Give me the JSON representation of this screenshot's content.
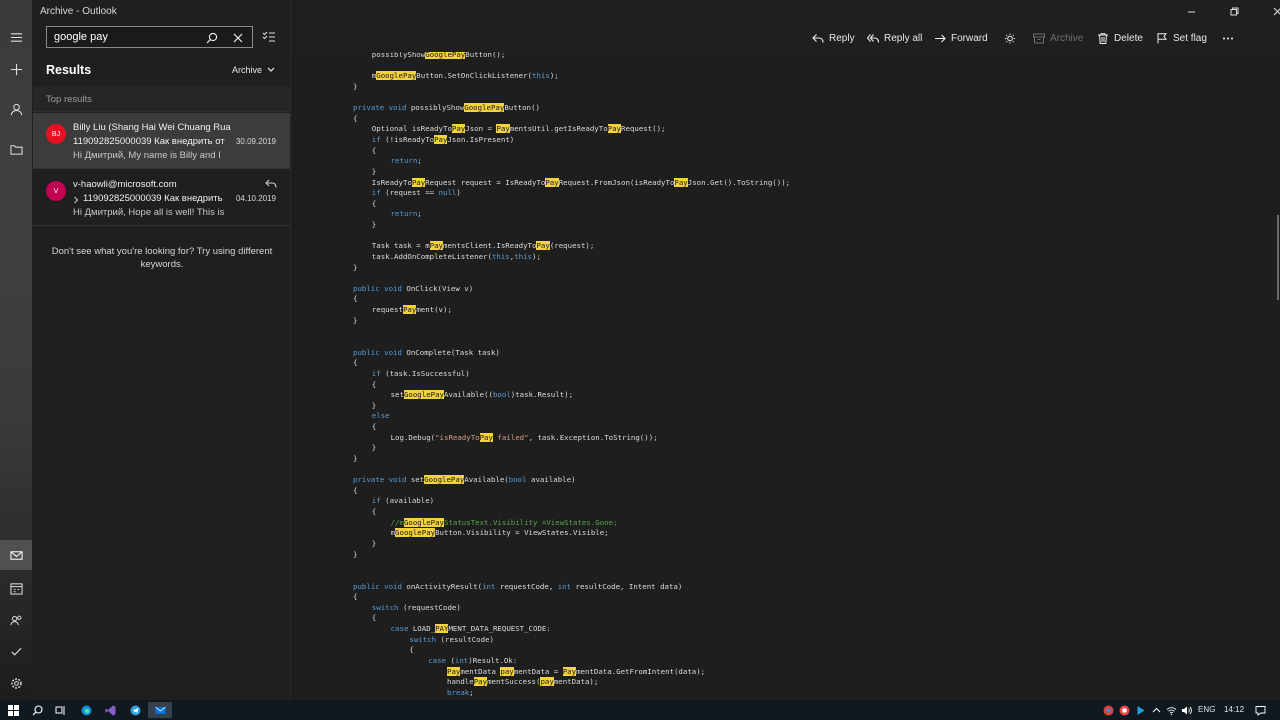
{
  "window": {
    "title": "Archive - Outlook"
  },
  "search": {
    "value": "google pay"
  },
  "results": {
    "title": "Results",
    "scope": "Archive",
    "section": "Top results"
  },
  "messages": [
    {
      "initials": "BJ",
      "avatar_color": "#e81123",
      "sender": "Billy Liu (Shang Hai Wei Chuang Rua",
      "subject": "119092825000039 Как внедрить от",
      "preview": "Hi Дмитрий, My name is Billy and I",
      "date": "30.09.2019"
    },
    {
      "initials": "V",
      "avatar_color": "#c30052",
      "sender": "v-haowli@microsoft.com",
      "subject": "119092825000039 Как внедрить",
      "preview": "Hi Дмитрий, Hope all is well! This is",
      "date": "04.10.2019"
    }
  ],
  "hint": "Don't see what you're looking for?  Try using different keywords.",
  "toolbar": {
    "reply": "Reply",
    "reply_all": "Reply all",
    "forward": "Forward",
    "archive": "Archive",
    "delete": "Delete",
    "set_flag": "Set flag"
  },
  "code_lines": [
    {
      "indent": 1,
      "segs": [
        [
          "possiblyShow",
          ""
        ],
        [
          "GooglePay",
          "hl"
        ],
        [
          "Button();",
          ""
        ]
      ]
    },
    {
      "indent": 1,
      "segs": []
    },
    {
      "indent": 1,
      "segs": [
        [
          "m",
          ""
        ],
        [
          "GooglePay",
          "hl"
        ],
        [
          "Button.SetOnClickListener(",
          ""
        ],
        [
          "this",
          "kw"
        ],
        [
          ");",
          ""
        ]
      ]
    },
    {
      "indent": 0,
      "segs": [
        [
          "}",
          ""
        ]
      ]
    },
    {
      "indent": 0,
      "segs": []
    },
    {
      "indent": 0,
      "segs": [
        [
          "private void ",
          "kw"
        ],
        [
          "possiblyShow",
          ""
        ],
        [
          "GooglePay",
          "hl"
        ],
        [
          "Button()",
          ""
        ]
      ]
    },
    {
      "indent": 0,
      "segs": [
        [
          "{",
          ""
        ]
      ]
    },
    {
      "indent": 1,
      "segs": [
        [
          "Optional isReadyTo",
          ""
        ],
        [
          "Pay",
          "hl"
        ],
        [
          "Json = ",
          ""
        ],
        [
          "Pay",
          "hl"
        ],
        [
          "mentsUtil.getIsReadyTo",
          ""
        ],
        [
          "Pay",
          "hl"
        ],
        [
          "Request();",
          ""
        ]
      ]
    },
    {
      "indent": 1,
      "segs": [
        [
          "if",
          "kw"
        ],
        [
          " (!isReadyTo",
          ""
        ],
        [
          "Pay",
          "hl"
        ],
        [
          "Json.IsPresent)",
          ""
        ]
      ]
    },
    {
      "indent": 1,
      "segs": [
        [
          "{",
          ""
        ]
      ]
    },
    {
      "indent": 2,
      "segs": [
        [
          "return",
          "kw"
        ],
        [
          ";",
          ""
        ]
      ]
    },
    {
      "indent": 1,
      "segs": [
        [
          "}",
          ""
        ]
      ]
    },
    {
      "indent": 1,
      "segs": [
        [
          "IsReadyTo",
          ""
        ],
        [
          "Pay",
          "hl"
        ],
        [
          "Request request = IsReadyTo",
          ""
        ],
        [
          "Pay",
          "hl"
        ],
        [
          "Request.FromJson(isReadyTo",
          ""
        ],
        [
          "Pay",
          "hl"
        ],
        [
          "Json.Get().ToString());",
          ""
        ]
      ]
    },
    {
      "indent": 1,
      "segs": [
        [
          "if",
          "kw"
        ],
        [
          " (request == ",
          ""
        ],
        [
          "null",
          "kw"
        ],
        [
          ")",
          ""
        ]
      ]
    },
    {
      "indent": 1,
      "segs": [
        [
          "{",
          ""
        ]
      ]
    },
    {
      "indent": 2,
      "segs": [
        [
          "return",
          "kw"
        ],
        [
          ";",
          ""
        ]
      ]
    },
    {
      "indent": 1,
      "segs": [
        [
          "}",
          ""
        ]
      ]
    },
    {
      "indent": 1,
      "segs": []
    },
    {
      "indent": 1,
      "segs": [
        [
          "Task task = m",
          ""
        ],
        [
          "Pay",
          "hl"
        ],
        [
          "mentsClient.IsReadyTo",
          ""
        ],
        [
          "Pay",
          "hl"
        ],
        [
          "(request);",
          ""
        ]
      ]
    },
    {
      "indent": 1,
      "segs": [
        [
          "task.AddOnCompleteListener(",
          ""
        ],
        [
          "this",
          "kw"
        ],
        [
          ",",
          ""
        ],
        [
          "this",
          "kw"
        ],
        [
          ");",
          ""
        ]
      ]
    },
    {
      "indent": 0,
      "segs": [
        [
          "}",
          ""
        ]
      ]
    },
    {
      "indent": 0,
      "segs": []
    },
    {
      "indent": 0,
      "segs": [
        [
          "public void ",
          "kw"
        ],
        [
          "OnClick(View v)",
          ""
        ]
      ]
    },
    {
      "indent": 0,
      "segs": [
        [
          "{",
          ""
        ]
      ]
    },
    {
      "indent": 1,
      "segs": [
        [
          "request",
          ""
        ],
        [
          "Pay",
          "hl"
        ],
        [
          "ment(v);",
          ""
        ]
      ]
    },
    {
      "indent": 0,
      "segs": [
        [
          "}",
          ""
        ]
      ]
    },
    {
      "indent": 0,
      "segs": []
    },
    {
      "indent": 0,
      "segs": []
    },
    {
      "indent": 0,
      "segs": [
        [
          "public void ",
          "kw"
        ],
        [
          "OnComplete(Task task)",
          ""
        ]
      ]
    },
    {
      "indent": 0,
      "segs": [
        [
          "{",
          ""
        ]
      ]
    },
    {
      "indent": 1,
      "segs": [
        [
          "if",
          "kw"
        ],
        [
          " (task.IsSuccessful)",
          ""
        ]
      ]
    },
    {
      "indent": 1,
      "segs": [
        [
          "{",
          ""
        ]
      ]
    },
    {
      "indent": 2,
      "segs": [
        [
          "set",
          ""
        ],
        [
          "GooglePay",
          "hl"
        ],
        [
          "Available((",
          ""
        ],
        [
          "bool",
          "kw"
        ],
        [
          ")task.Result);",
          ""
        ]
      ]
    },
    {
      "indent": 1,
      "segs": [
        [
          "}",
          ""
        ]
      ]
    },
    {
      "indent": 1,
      "segs": [
        [
          "else",
          "kw"
        ]
      ]
    },
    {
      "indent": 1,
      "segs": [
        [
          "{",
          ""
        ]
      ]
    },
    {
      "indent": 2,
      "segs": [
        [
          "Log.Debug(",
          ""
        ],
        [
          "\"isReadyTo",
          "str"
        ],
        [
          "Pay",
          "hl"
        ],
        [
          " failed\"",
          "str"
        ],
        [
          ", task.Exception.ToString());",
          ""
        ]
      ]
    },
    {
      "indent": 1,
      "segs": [
        [
          "}",
          ""
        ]
      ]
    },
    {
      "indent": 0,
      "segs": [
        [
          "}",
          ""
        ]
      ]
    },
    {
      "indent": 0,
      "segs": []
    },
    {
      "indent": 0,
      "segs": [
        [
          "private void ",
          "kw"
        ],
        [
          "set",
          ""
        ],
        [
          "GooglePay",
          "hl"
        ],
        [
          "Available(",
          ""
        ],
        [
          "bool",
          "kw"
        ],
        [
          " available)",
          ""
        ]
      ]
    },
    {
      "indent": 0,
      "segs": [
        [
          "{",
          ""
        ]
      ]
    },
    {
      "indent": 1,
      "segs": [
        [
          "if",
          "kw"
        ],
        [
          " (available)",
          ""
        ]
      ]
    },
    {
      "indent": 1,
      "segs": [
        [
          "{",
          ""
        ]
      ]
    },
    {
      "indent": 2,
      "segs": [
        [
          "//m",
          "cmt"
        ],
        [
          "GooglePay",
          "hl"
        ],
        [
          "StatusText.Visibility =ViewStates.Gone;",
          "cmt"
        ]
      ]
    },
    {
      "indent": 2,
      "segs": [
        [
          "m",
          ""
        ],
        [
          "GooglePay",
          "hl"
        ],
        [
          "Button.Visibility = ViewStates.Visible;",
          ""
        ]
      ]
    },
    {
      "indent": 1,
      "segs": [
        [
          "}",
          ""
        ]
      ]
    },
    {
      "indent": 0,
      "segs": [
        [
          "}",
          ""
        ]
      ]
    },
    {
      "indent": 0,
      "segs": []
    },
    {
      "indent": 0,
      "segs": []
    },
    {
      "indent": 0,
      "segs": [
        [
          "public void ",
          "kw"
        ],
        [
          "onActivityResult(",
          ""
        ],
        [
          "int",
          "kw"
        ],
        [
          " requestCode, ",
          ""
        ],
        [
          "int",
          "kw"
        ],
        [
          " resultCode, Intent data)",
          ""
        ]
      ]
    },
    {
      "indent": 0,
      "segs": [
        [
          "{",
          ""
        ]
      ]
    },
    {
      "indent": 1,
      "segs": [
        [
          "switch",
          "kw"
        ],
        [
          " (requestCode)",
          ""
        ]
      ]
    },
    {
      "indent": 1,
      "segs": [
        [
          "{",
          ""
        ]
      ]
    },
    {
      "indent": 2,
      "segs": [
        [
          "case",
          "kw"
        ],
        [
          " LOAD_",
          ""
        ],
        [
          "PAY",
          "hl"
        ],
        [
          "MENT_DATA_REQUEST_CODE:",
          ""
        ]
      ]
    },
    {
      "indent": 3,
      "segs": [
        [
          "switch",
          "kw"
        ],
        [
          " (resultCode)",
          ""
        ]
      ]
    },
    {
      "indent": 3,
      "segs": [
        [
          "{",
          ""
        ]
      ]
    },
    {
      "indent": 4,
      "segs": [
        [
          "case",
          "kw"
        ],
        [
          " (",
          ""
        ],
        [
          "int",
          "kw"
        ],
        [
          ")Result.Ok:",
          ""
        ]
      ]
    },
    {
      "indent": 5,
      "segs": [
        [
          "Pay",
          "hl"
        ],
        [
          "mentData ",
          ""
        ],
        [
          "pay",
          "hl"
        ],
        [
          "mentData = ",
          ""
        ],
        [
          "Pay",
          "hl"
        ],
        [
          "mentData.GetFromIntent(data);",
          ""
        ]
      ]
    },
    {
      "indent": 5,
      "segs": [
        [
          "handle",
          ""
        ],
        [
          "Pay",
          "hl"
        ],
        [
          "mentSuccess(",
          ""
        ],
        [
          "pay",
          "hl"
        ],
        [
          "mentData);",
          ""
        ]
      ]
    },
    {
      "indent": 5,
      "segs": [
        [
          "break",
          "kw"
        ],
        [
          ";",
          ""
        ]
      ]
    }
  ],
  "tray": {
    "lang": "ENG",
    "time": "14:12"
  }
}
